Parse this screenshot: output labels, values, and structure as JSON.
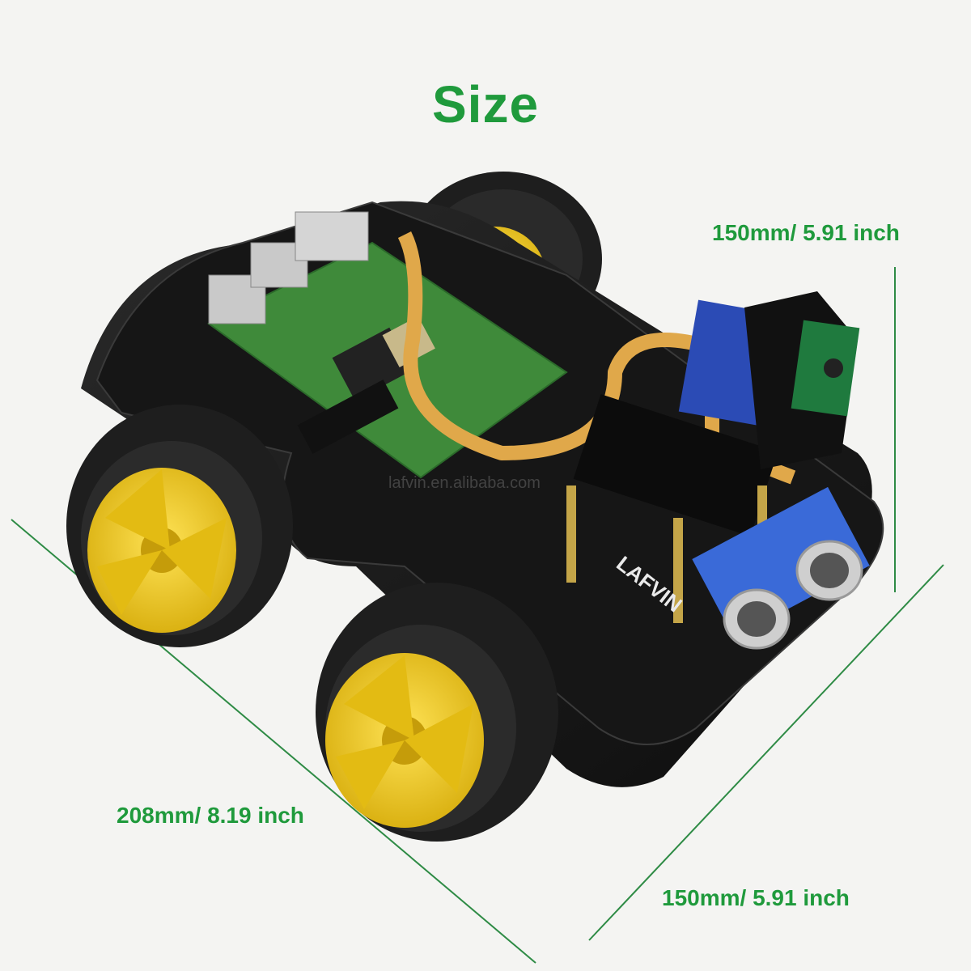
{
  "title": "Size",
  "dimensions": {
    "height": "150mm/ 5.91 inch",
    "length": "208mm/ 8.19 inch",
    "width": "150mm/ 5.91 inch"
  },
  "watermark": "lafvin.en.alibaba.com",
  "board_brand": "LAFVIN",
  "colors": {
    "accent": "#1f9a3c",
    "dimension_line": "#2e8b45",
    "pcb": "#1a1a1a",
    "wheel_hub": "#f2cf1c",
    "tire": "#1e1e1e",
    "raspberry_pi_board": "#3f8a3a",
    "ribbon_cable": "#e0a84a"
  }
}
